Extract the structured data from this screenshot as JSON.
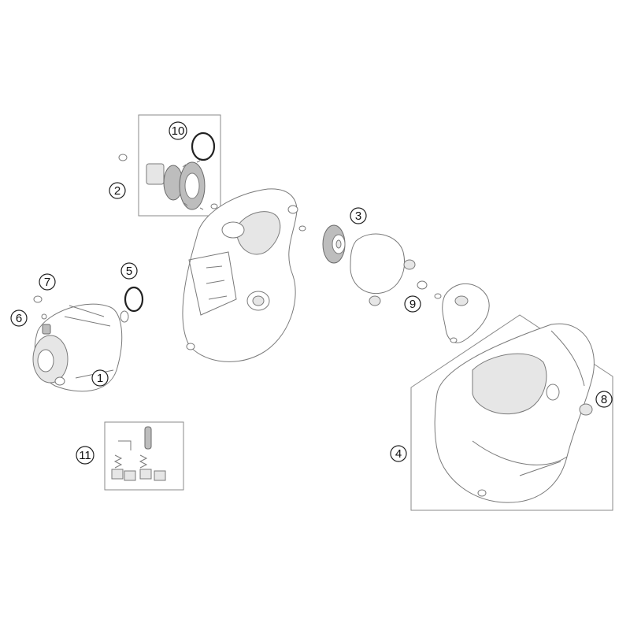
{
  "callouts": [
    {
      "id": "1",
      "label": "1"
    },
    {
      "id": "2",
      "label": "2"
    },
    {
      "id": "3",
      "label": "3"
    },
    {
      "id": "4",
      "label": "4"
    },
    {
      "id": "5",
      "label": "5"
    },
    {
      "id": "6",
      "label": "6"
    },
    {
      "id": "7",
      "label": "7"
    },
    {
      "id": "8",
      "label": "8"
    },
    {
      "id": "9",
      "label": "9"
    },
    {
      "id": "10",
      "label": "10"
    },
    {
      "id": "11",
      "label": "11"
    }
  ],
  "colors": {
    "line": "#7a7a7a",
    "callout_ring": "#222222",
    "background": "#ffffff"
  }
}
